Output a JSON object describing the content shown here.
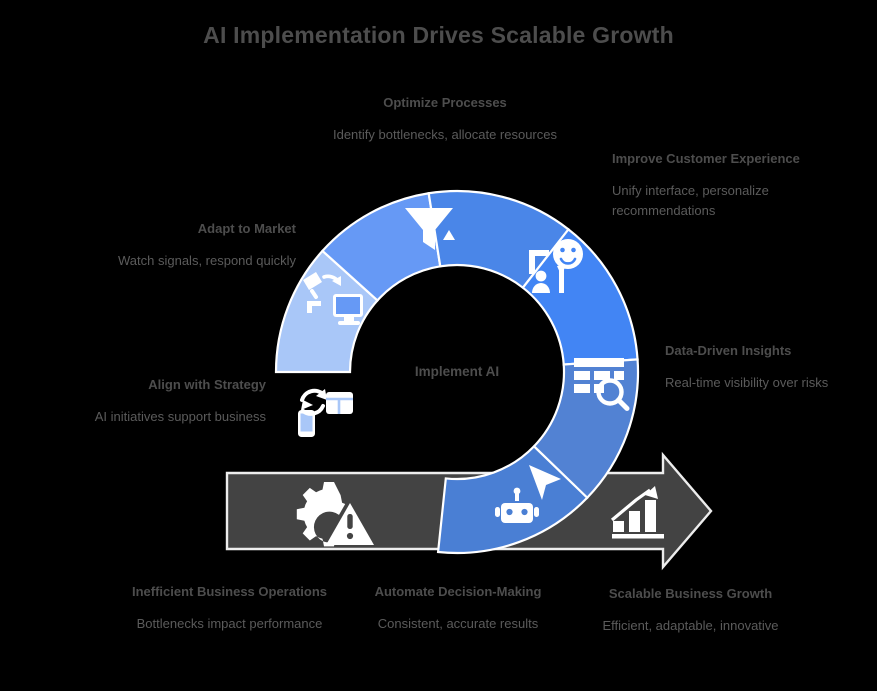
{
  "title": "AI Implementation Drives Scalable Growth",
  "center": {
    "label": "Implement AI"
  },
  "colors": {
    "background": "#000000",
    "title_text": "#4d4d4d",
    "body_text": "#5b5b5b",
    "bar_gray": "#434343",
    "bar_border": "#e8e8e8",
    "ring_divider": "#ffffff",
    "ring_light": "#a9c7f8",
    "ring_mid_light": "#6699f5",
    "ring_mid": "#4a86e8",
    "ring_blue": "#4285f4",
    "ring_muted": "#5282d3",
    "ring_deep": "#4a7fd4",
    "icon": "#ffffff"
  },
  "ring_segments": [
    {
      "id": "align-with-strategy",
      "icon": "mobile-sync-table-icon",
      "color": "#a9c7f8",
      "caption_ref": "align"
    },
    {
      "id": "adapt-to-market",
      "icon": "satellite-monitor-icon",
      "color": "#6699f5",
      "caption_ref": "adapt"
    },
    {
      "id": "optimize-processes",
      "icon": "funnel-icon",
      "color": "#4a86e8",
      "caption_ref": "optimize"
    },
    {
      "id": "improve-customer",
      "icon": "customer-feedback-icon",
      "color": "#4285f4",
      "caption_ref": "customer"
    },
    {
      "id": "data-driven-insights",
      "icon": "table-search-icon",
      "color": "#5282d3",
      "caption_ref": "insights"
    },
    {
      "id": "automate-decisions",
      "icon": "robot-cursor-icon",
      "color": "#4a7fd4",
      "caption_ref": "automate"
    }
  ],
  "bar": {
    "left_icon": "gear-warning-icon",
    "right_icon": "growth-chart-icon",
    "direction": "right-arrow"
  },
  "captions": {
    "optimize": {
      "heading": "Optimize Processes",
      "body": "Identify bottlenecks, allocate resources"
    },
    "customer": {
      "heading": "Improve Customer Experience",
      "body": "Unify interface, personalize recommendations"
    },
    "insights": {
      "heading": "Data-Driven Insights",
      "body": "Real-time visibility over risks"
    },
    "adapt": {
      "heading": "Adapt to Market",
      "body": "Watch signals, respond quickly"
    },
    "align": {
      "heading": "Align with Strategy",
      "body": "AI initiatives support business"
    },
    "inefficient": {
      "heading": "Inefficient Business Operations",
      "body": "Bottlenecks impact performance"
    },
    "automate": {
      "heading": "Automate Decision-Making",
      "body": "Consistent, accurate results"
    },
    "growth": {
      "heading": "Scalable Business Growth",
      "body": "Efficient, adaptable, innovative"
    }
  }
}
